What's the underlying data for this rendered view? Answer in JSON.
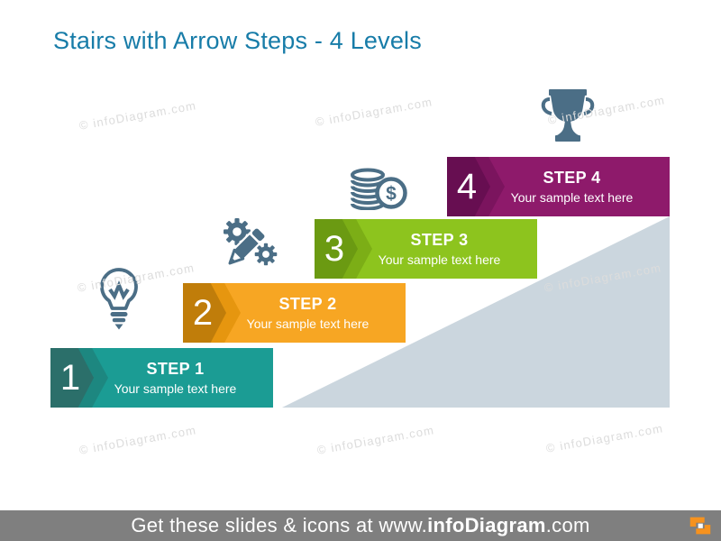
{
  "slide": {
    "title": "Stairs with Arrow Steps - 4 Levels",
    "watermark": "© infoDiagram.com"
  },
  "steps": [
    {
      "number": "1",
      "title": "STEP 1",
      "subtitle": "Your sample text here",
      "icon": "lightbulb-icon",
      "color_main": "#1b9c94",
      "color_mid": "#1d8780",
      "color_dark": "#2b6f6a"
    },
    {
      "number": "2",
      "title": "STEP 2",
      "subtitle": "Your sample text here",
      "icon": "pencil-gears-icon",
      "color_main": "#f7a623",
      "color_mid": "#e6960f",
      "color_dark": "#c07d0a"
    },
    {
      "number": "3",
      "title": "STEP 3",
      "subtitle": "Your sample text here",
      "icon": "coins-icon",
      "color_main": "#8dc41e",
      "color_mid": "#7cae16",
      "color_dark": "#6b9a12"
    },
    {
      "number": "4",
      "title": "STEP 4",
      "subtitle": "Your sample text here",
      "icon": "trophy-icon",
      "color_main": "#8e1a6b",
      "color_mid": "#7b145e",
      "color_dark": "#670e51"
    }
  ],
  "icons": {
    "coins_symbol": "$"
  },
  "footer": {
    "text_prefix": "Get these slides & icons at www.",
    "brand": "infoDiagram",
    "text_suffix": ".com"
  },
  "colors": {
    "title": "#177ca8",
    "icon": "#4b6e86",
    "slope": "#cbd6de",
    "watermark": "#dcdcdc",
    "footer_bg": "#7f7f7f",
    "footer_text": "#ffffff",
    "logo_orange": "#f6921e"
  }
}
